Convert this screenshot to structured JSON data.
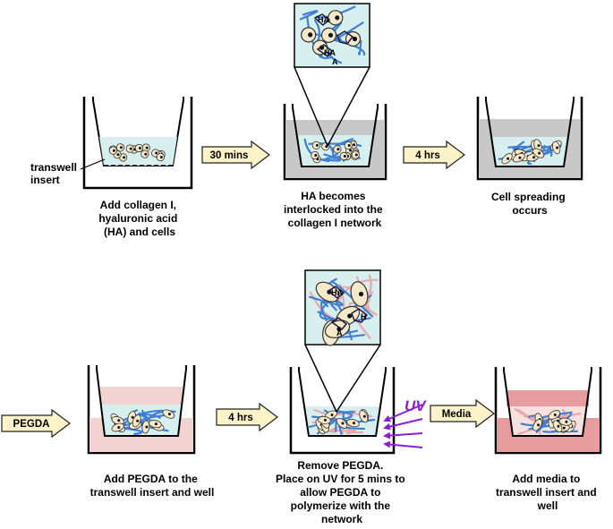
{
  "steps": {
    "step1": {
      "caption": [
        "Add collagen I,",
        "hyaluronic acid",
        "(HA) and cells"
      ],
      "side_label": [
        "transwell",
        "insert"
      ]
    },
    "step2": {
      "caption": [
        "HA becomes",
        "interlocked into the",
        "collagen I network"
      ]
    },
    "step3": {
      "caption": [
        "Cell spreading",
        "occurs"
      ]
    },
    "step4": {
      "caption": [
        "Add PEGDA to the",
        "transwell insert and  well"
      ]
    },
    "step5": {
      "caption": [
        "Remove PEGDA.",
        "Place on UV for 5 mins to",
        "allow PEGDA to",
        "polymerize with the",
        "network"
      ],
      "uv_label": "UV"
    },
    "step6": {
      "caption": [
        "Add media to",
        "transwell insert and",
        "well"
      ]
    }
  },
  "arrows": {
    "a1": "30 mins",
    "a2": "4 hrs",
    "a3": "PEGDA",
    "a4": "4 hrs",
    "a5": "Media"
  },
  "zoom_labels": {
    "top": [
      "HA",
      "HA",
      "A"
    ],
    "bottom": [
      "HA",
      "H",
      "A"
    ]
  },
  "colors": {
    "gel_fill": "#d8efef",
    "collagen_fiber": "#3f7fd6",
    "cell_fill": "#f6e9c9",
    "ha_chain": "#1a1a3a",
    "pegda_fiber": "#e7a9a9",
    "well_gray": "#c8c8c8",
    "pegda_pink": "#f3d2d2",
    "media_pink": "#e79da0",
    "arrow_fill": "#fdf3c8",
    "uv_purple": "#8a1fd6"
  }
}
